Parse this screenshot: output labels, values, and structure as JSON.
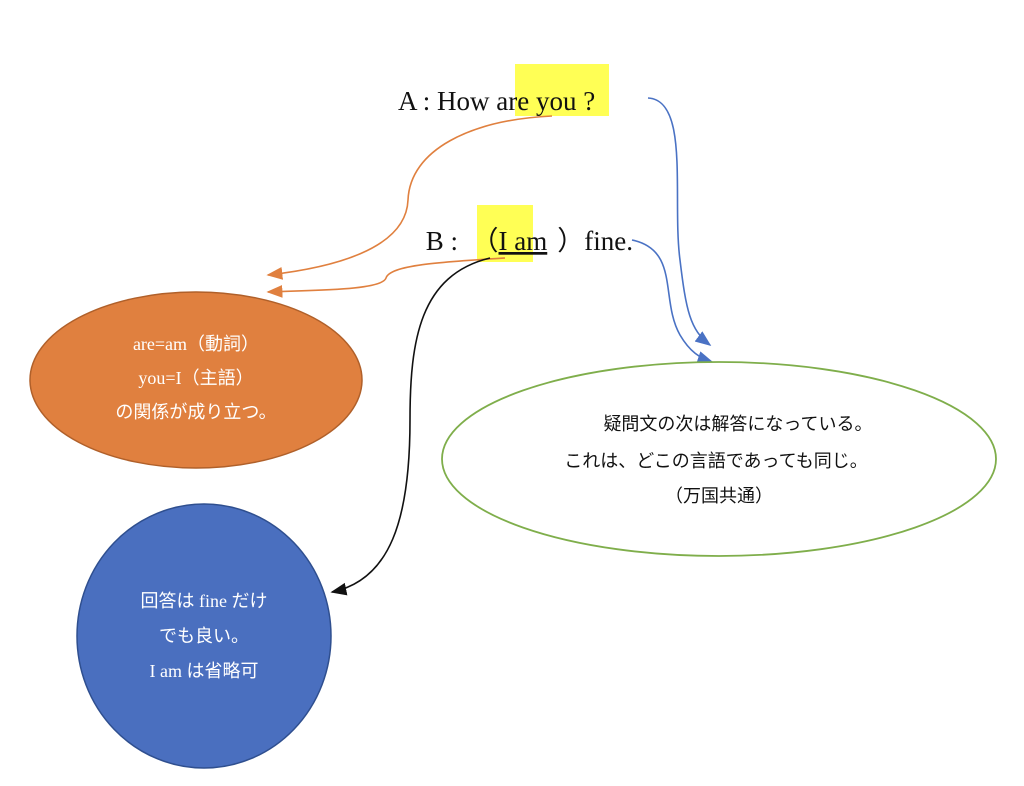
{
  "colors": {
    "highlight": "#ffff55",
    "orange": "#e0803f",
    "orange_border": "#b0602a",
    "green": "#7fae4b",
    "blue": "#4a6fbf",
    "blue_border": "#2f4f8f",
    "arrow_orange": "#e0803f",
    "arrow_blue": "#4a72c4",
    "arrow_black": "#111111"
  },
  "line_a": {
    "prefix": "A : How ",
    "highlight": "are you",
    "suffix": " ?"
  },
  "line_b": {
    "prefix": "B :  （",
    "highlight": "I am",
    "suffix": "）fine."
  },
  "orange_bubble": {
    "lines": [
      "are=am（動詞）",
      "you=I（主語）",
      "の関係が成り立つ。"
    ]
  },
  "green_bubble": {
    "lines": [
      "疑問文の次は解答になっている。",
      "これは、どこの言語であっても同じ。",
      "（万国共通）"
    ]
  },
  "blue_bubble": {
    "lines": [
      "回答は fine だけ",
      "でも良い。",
      "I am は省略可"
    ]
  }
}
